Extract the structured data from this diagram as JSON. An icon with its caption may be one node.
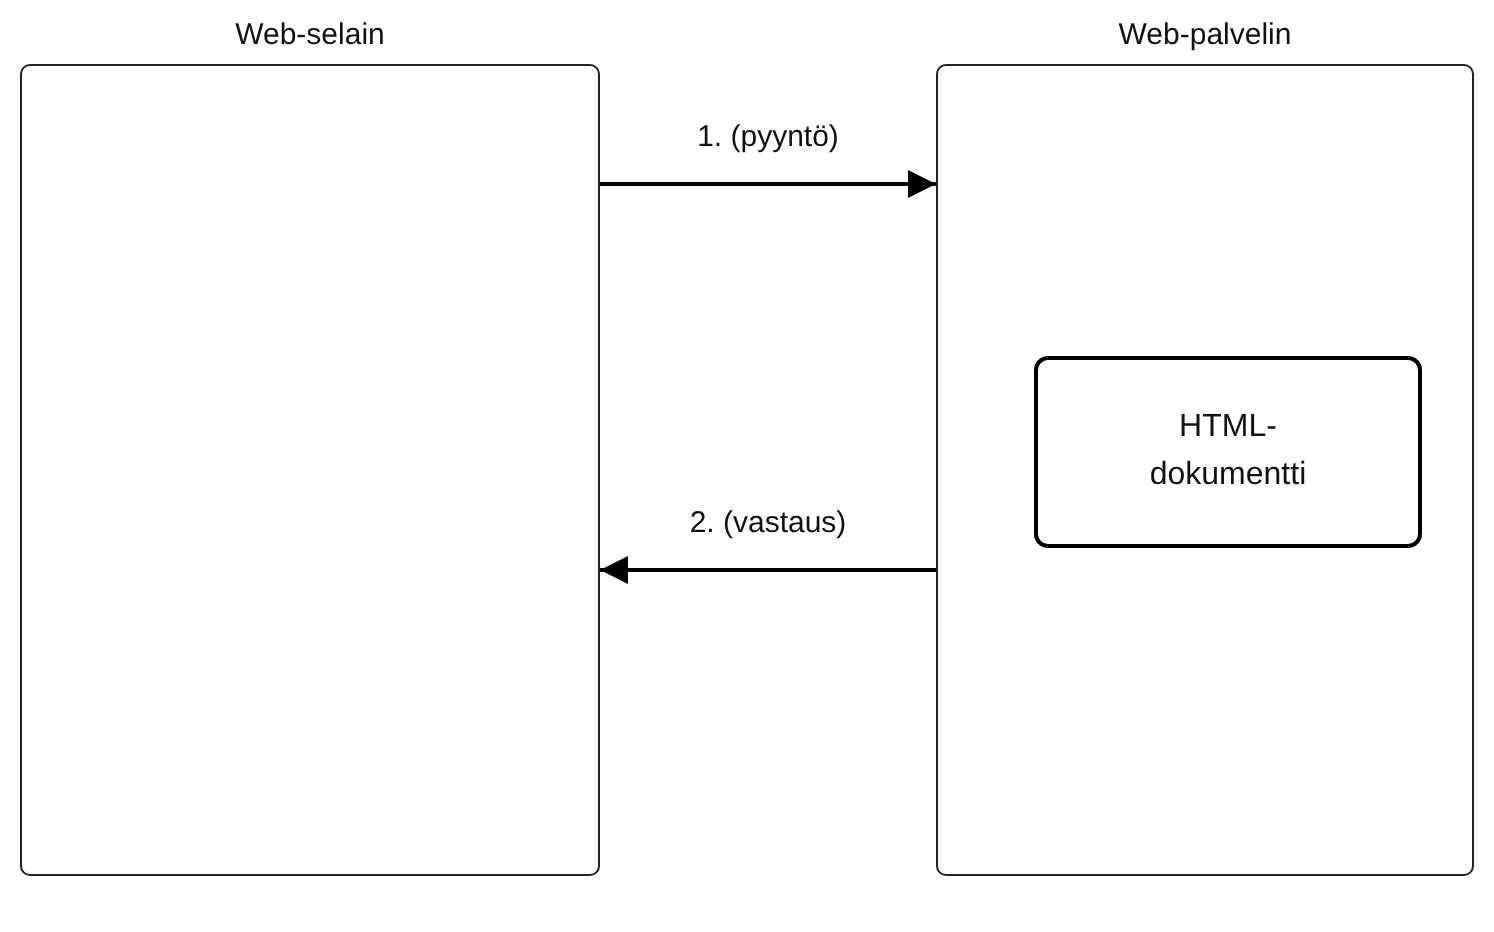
{
  "diagram": {
    "nodes": [
      {
        "text": [
          "Web-selain"
        ]
      },
      {
        "text": [
          "Web-palvelin"
        ]
      },
      {
        "text": [
          "HTML-dokumentti"
        ],
        "in": 1
      }
    ],
    "edges": [
      {
        "from": 0,
        "to": 1,
        "arrow": "to",
        "label": "1. (pyyntö)"
      },
      {
        "from": 1,
        "to": 0,
        "arrow": "to",
        "label": "2. (vastaus)"
      }
    ]
  }
}
